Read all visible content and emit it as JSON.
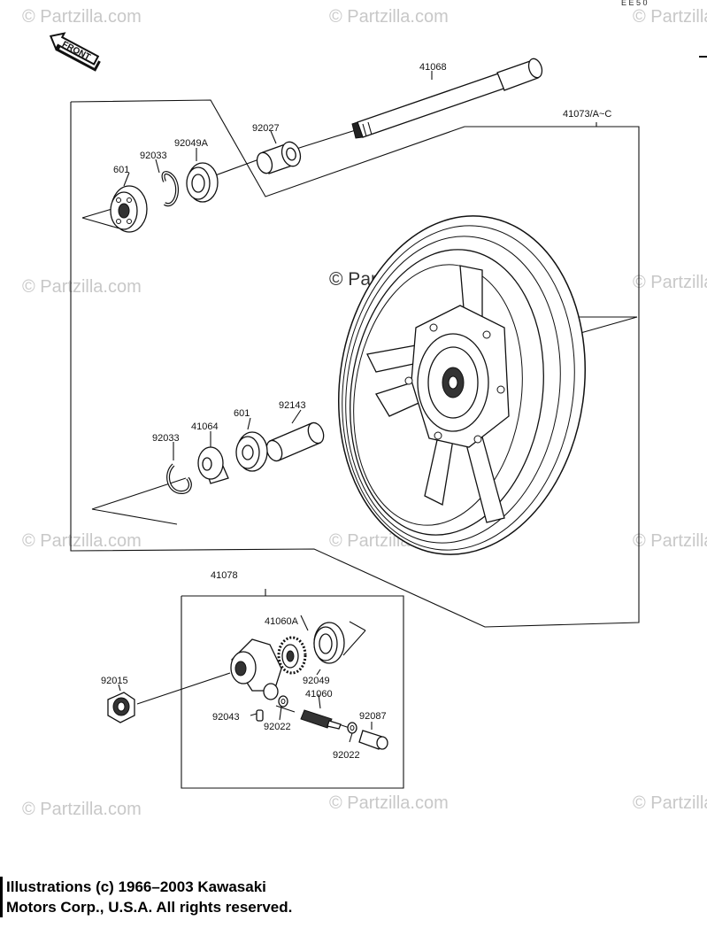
{
  "watermark": "© Partzilla.com",
  "front_label": "FRONT",
  "top_right_mark": "E E 5 0",
  "parts": {
    "p41068": "41068",
    "p41073": "41073/A~C",
    "p92027": "92027",
    "p92049A": "92049A",
    "p92033_top": "92033",
    "p601_top": "601",
    "p92143": "92143",
    "p601_mid": "601",
    "p41064": "41064",
    "p92033_mid": "92033",
    "p41078": "41078",
    "p41060A": "41060A",
    "p92049": "92049",
    "p41060": "41060",
    "p92087": "92087",
    "p92015": "92015",
    "p92043": "92043",
    "p92022_a": "92022",
    "p92022_b": "92022"
  },
  "copyright": {
    "line1": "Illustrations (c) 1966–2003 Kawasaki",
    "line2": "Motors Corp., U.S.A.  All rights reserved."
  }
}
